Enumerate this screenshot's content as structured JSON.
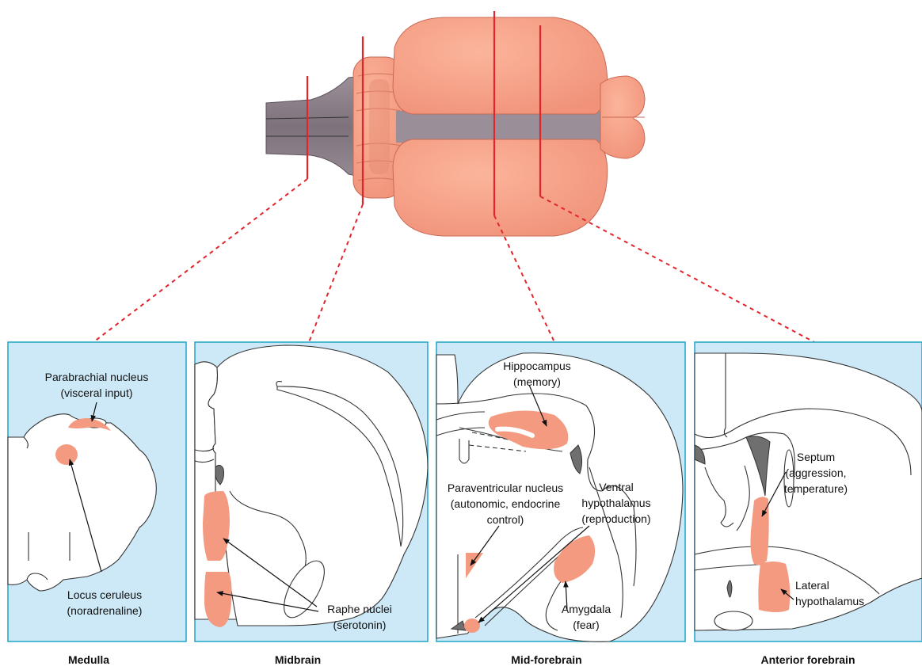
{
  "sections": {
    "medulla": {
      "caption": "Medulla",
      "parabrachial": [
        "Parabrachial nucleus",
        "(visceral input)"
      ],
      "locus": [
        "Locus ceruleus",
        "(noradrenaline)"
      ]
    },
    "midbrain": {
      "caption": "Midbrain",
      "raphe": [
        "Raphe nuclei",
        "(serotonin)"
      ]
    },
    "midforebrain": {
      "caption": "Mid-forebrain",
      "hippocampus": [
        "Hippocampus",
        "(memory)"
      ],
      "paraventricular": [
        "Paraventricular nucleus",
        "(autonomic, endocrine",
        "control)"
      ],
      "ventral": [
        "Ventral",
        "hypothalamus",
        "(reproduction)"
      ],
      "amygdala": [
        "Amygdala",
        "(fear)"
      ]
    },
    "anterior": {
      "caption": "Anterior forebrain",
      "septum": [
        "Septum",
        "(aggression,",
        "temperature)"
      ],
      "lateral": [
        "Lateral",
        "hypothalamus"
      ]
    }
  },
  "colors": {
    "cut_line": "#e2242b",
    "brain": "#f7a487",
    "brainstem": "#8a7f88",
    "panel": "#cde9f7",
    "panel_border": "#1fa6c9",
    "nucleus": "#f39a80"
  }
}
